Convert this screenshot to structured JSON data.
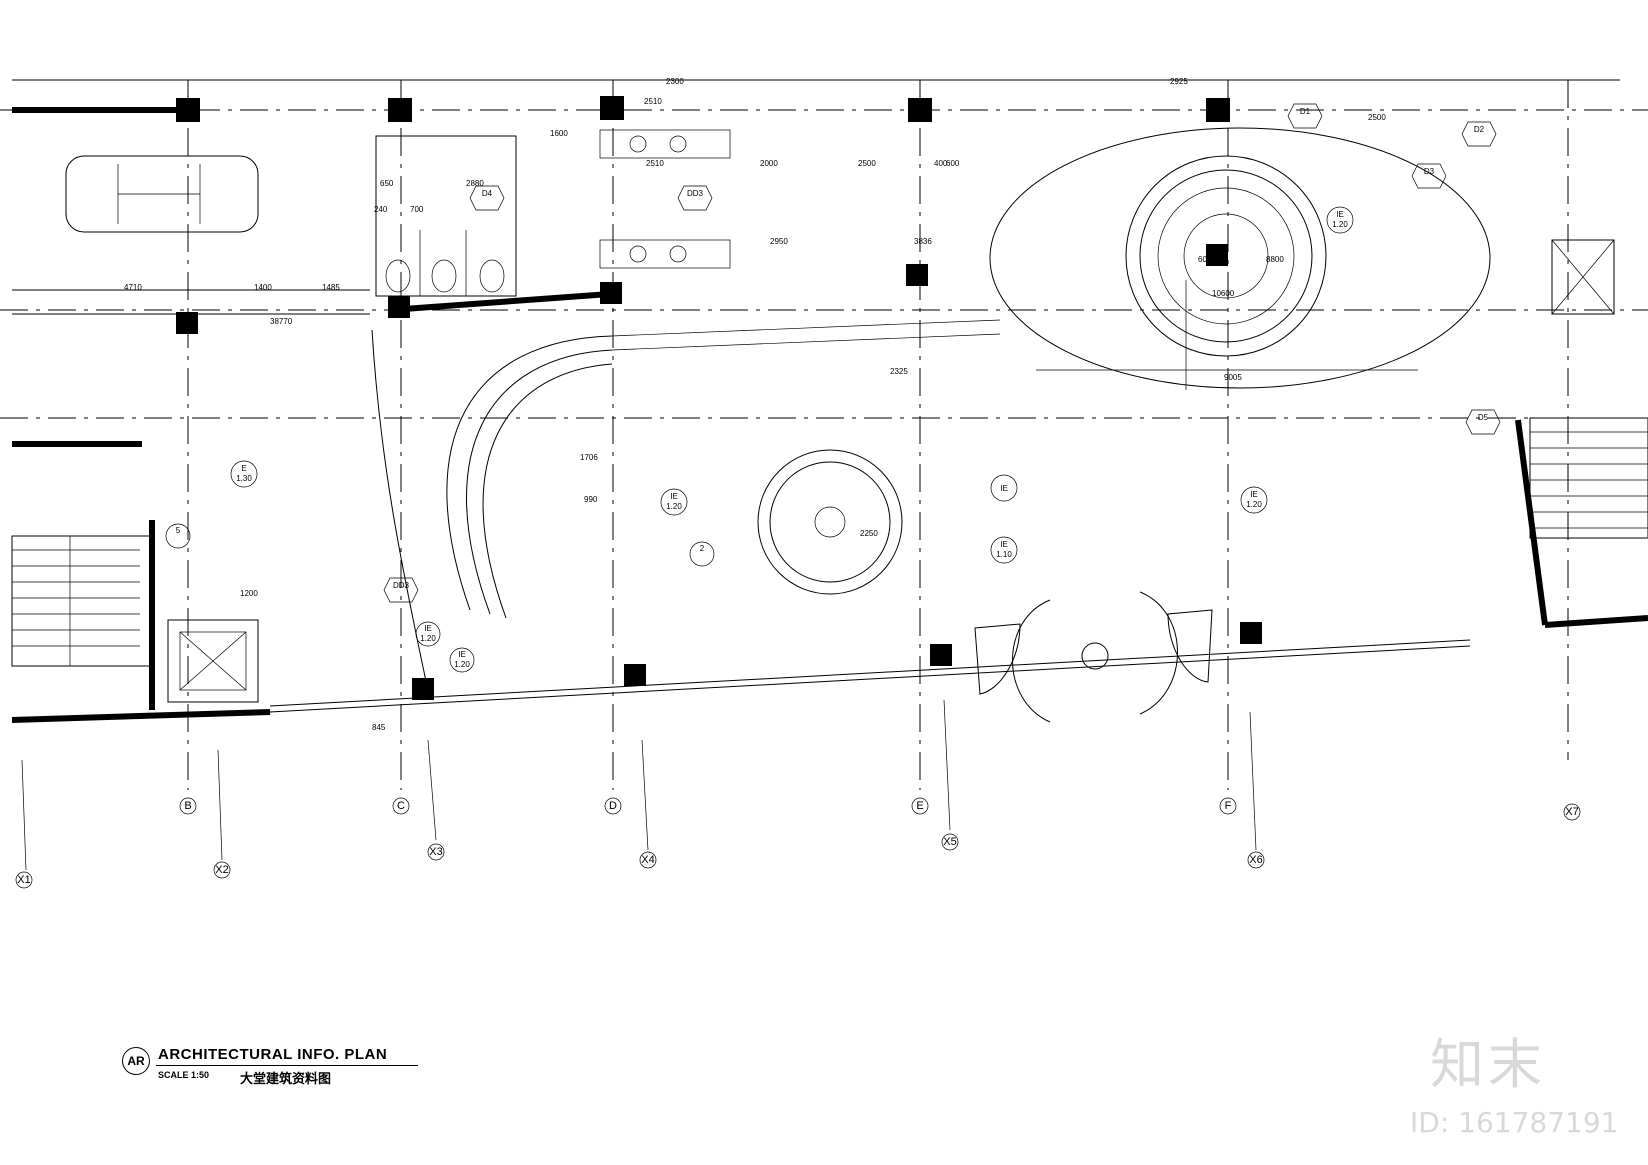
{
  "title_block": {
    "badge": "AR",
    "title": "ARCHITECTURAL INFO. PLAN",
    "scale": "SCALE 1:50",
    "title_cn": "大堂建筑资料图"
  },
  "grid_labels": [
    "X1",
    "B",
    "X2",
    "C",
    "X3",
    "D",
    "X4",
    "E",
    "X5",
    "F",
    "X6",
    "X7"
  ],
  "dimensions": [
    "4710",
    "1400",
    "1485",
    "38770",
    "2880",
    "2300",
    "2925",
    "1600",
    "2510",
    "2000",
    "2500",
    "600",
    "2950",
    "3836",
    "10600",
    "9005",
    "6000",
    "8800",
    "2325",
    "1706",
    "990",
    "2250",
    "1200",
    "845",
    "2500",
    "2510",
    "400",
    "700",
    "650",
    "240"
  ],
  "detail_tags": [
    "D1",
    "D2",
    "D3",
    "D4",
    "D5",
    "DD3",
    "IE",
    "1.20",
    "1.10",
    "E",
    "1.30",
    "5",
    "2"
  ],
  "watermark": "知末",
  "watermark_id": "ID: 161787191"
}
